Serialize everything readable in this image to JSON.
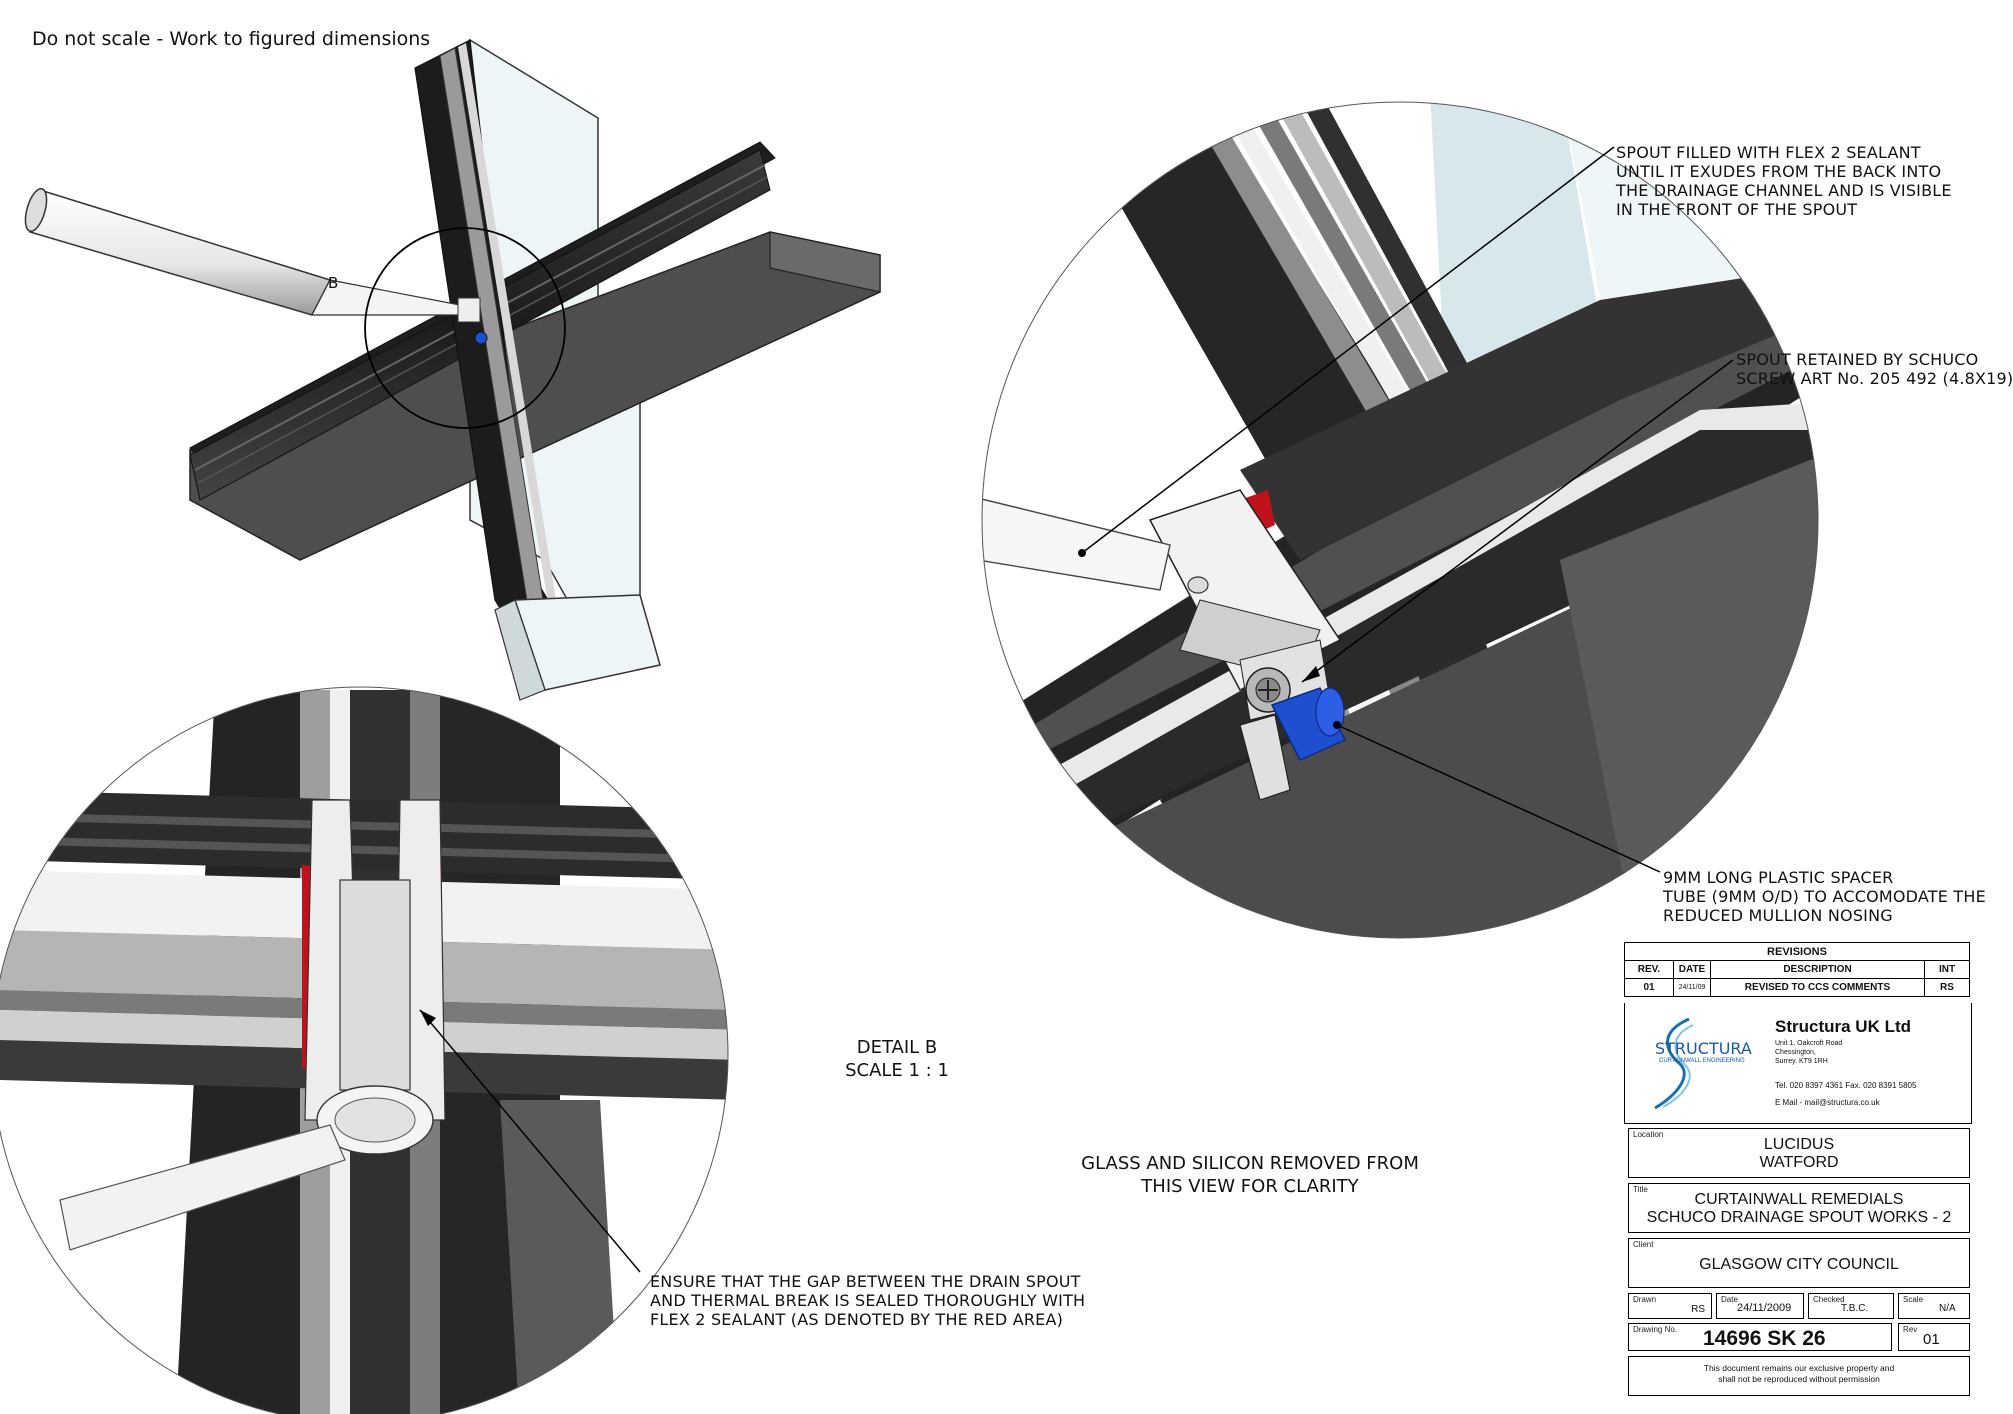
{
  "header": {
    "scale_note": "Do not scale - Work to figured dimensions"
  },
  "overview": {
    "detail_marker": "B"
  },
  "annotations": {
    "spout_filled": "SPOUT FILLED WITH FLEX 2 SEALANT\nUNTIL IT EXUDES FROM THE BACK INTO\nTHE DRAINAGE CHANNEL AND IS VISIBLE\nIN THE FRONT OF THE SPOUT",
    "spout_retained": "SPOUT RETAINED BY SCHUCO\nSCREW ART No. 205 492 (4.8X19)",
    "spacer": "9MM LONG PLASTIC SPACER\nTUBE (9MM O/D) TO ACCOMODATE THE\nREDUCED MULLION NOSING",
    "ensure_gap": "ENSURE THAT THE GAP BETWEEN THE DRAIN SPOUT\nAND THERMAL BREAK IS SEALED THOROUGHLY WITH\nFLEX 2 SEALANT (AS DENOTED BY THE RED AREA)",
    "detail_title": "DETAIL B",
    "detail_scale": "SCALE 1 : 1",
    "glass_removed": "GLASS AND SILICON REMOVED FROM\nTHIS VIEW FOR CLARITY"
  },
  "revisions": {
    "title": "REVISIONS",
    "headers": [
      "REV.",
      "DATE",
      "DESCRIPTION",
      "INT"
    ],
    "rows": [
      {
        "rev": "01",
        "date": "24/11/09",
        "description": "REVISED TO CCS COMMENTS",
        "int": "RS"
      }
    ]
  },
  "company": {
    "logo_word": "STRUCTURA",
    "logo_sub": "CURTAINWALL ENGINEERING",
    "name": "Structura UK Ltd",
    "address1": "Unit 1, Oakcroft Road",
    "address2": "Chessington,",
    "address3": "Surrey. KT9 1RH",
    "phone": "Tel. 020 8397 4361  Fax. 020 8391 5805",
    "email": "E Mail - mail@structura.co.uk"
  },
  "title_block": {
    "location_caption": "Location",
    "location_line1": "LUCIDUS",
    "location_line2": "WATFORD",
    "title_caption": "Title",
    "title_line1": "CURTAINWALL REMEDIALS",
    "title_line2": "SCHUCO DRAINAGE SPOUT WORKS - 2",
    "client_caption": "Client",
    "client": "GLASGOW CITY COUNCIL",
    "drawn_caption": "Drawn",
    "drawn": "RS",
    "date_caption": "Date",
    "date": "24/11/2009",
    "checked_caption": "Checked",
    "checked": "T.B.C.",
    "scale_caption": "Scale",
    "scale": "N/A",
    "drawing_no_caption": "Drawing No.",
    "drawing_no": "14696 SK 26",
    "rev_caption": "Rev",
    "rev": "01",
    "disclaimer": "This document remains our exclusive property and\nshall not be reproduced without permission"
  },
  "colors": {
    "frame_dark": "#2b2b2b",
    "panel_grey": "#4a4a4a",
    "sealant_red": "#c0121a",
    "spacer_blue": "#1f4fd1",
    "glass": "#e8f3f6"
  }
}
